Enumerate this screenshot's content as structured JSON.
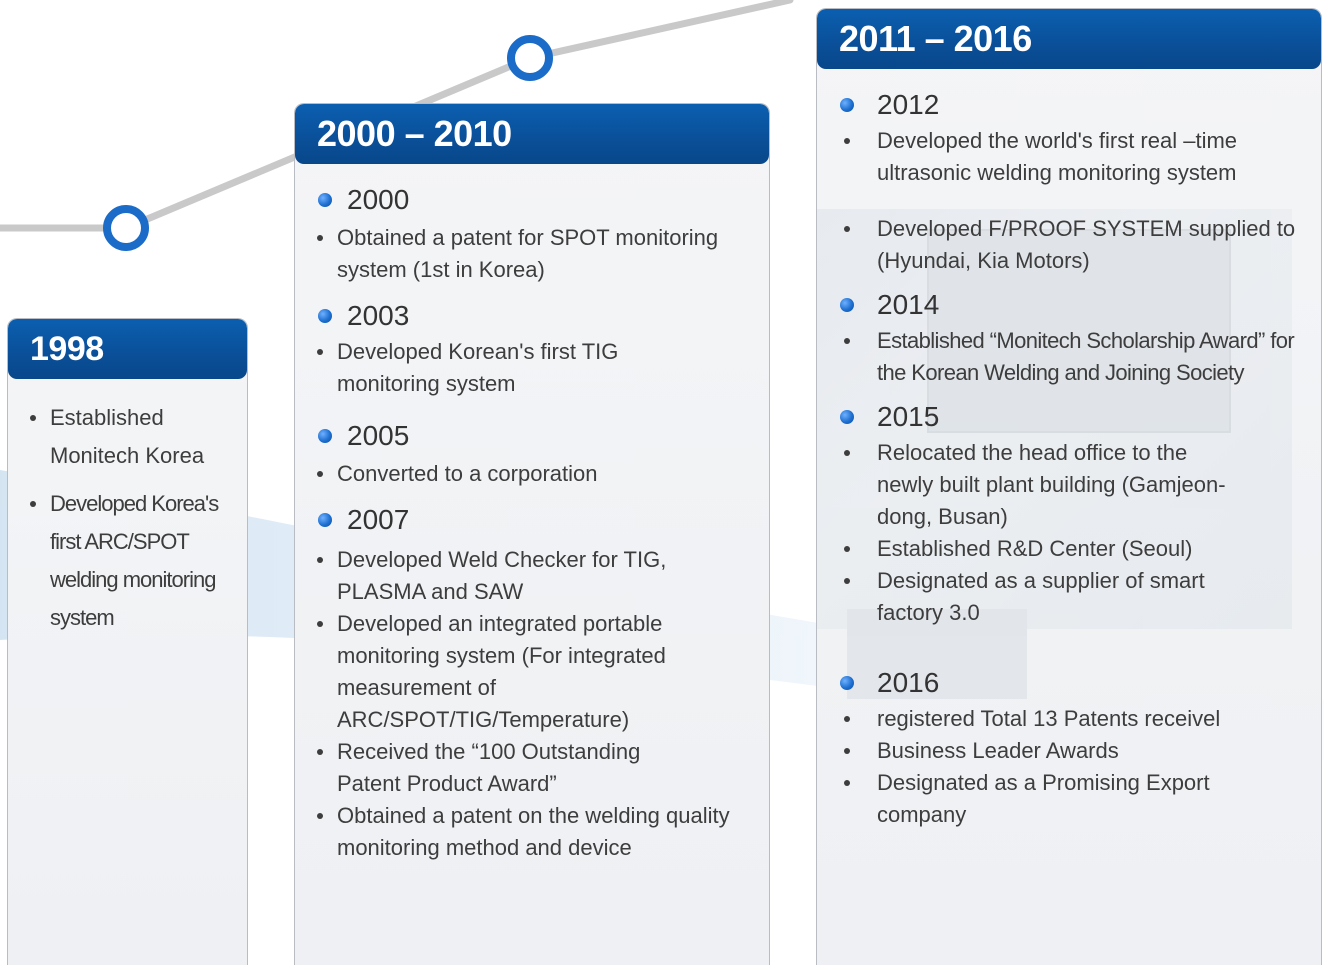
{
  "periods": [
    {
      "title": "1998",
      "items": [
        {
          "text": "Established Monitech Korea"
        },
        {
          "text": "Developed Korea's first ARC/SPOT welding monitoring system"
        }
      ]
    },
    {
      "title": "2000 – 2010",
      "years": [
        {
          "year": "2000",
          "items": [
            "Obtained a patent for SPOT monitoring system (1st in Korea)"
          ]
        },
        {
          "year": "2003",
          "items": [
            "Developed Korean's first TIG monitoring system"
          ]
        },
        {
          "year": "2005",
          "items": [
            "Converted to a corporation"
          ]
        },
        {
          "year": "2007",
          "items": [
            "Developed Weld Checker for TIG, PLASMA and SAW",
            "Developed an integrated portable monitoring system (For integrated measurement of ARC/SPOT/TIG/Temperature)",
            "Received the “100 Outstanding Patent Product Award”",
            "Obtained a patent on the welding quality monitoring method and device"
          ]
        }
      ]
    },
    {
      "title": "2011 – 2016",
      "years": [
        {
          "year": "2012",
          "items": [
            "Developed the world's first real –time ultrasonic welding monitoring system",
            "Developed F/PROOF SYSTEM supplied to (Hyundai, Kia Motors)"
          ]
        },
        {
          "year": "2014",
          "items": [
            "Established “Monitech Scholarship Award” for the Korean Welding and Joining Society"
          ]
        },
        {
          "year": "2015",
          "items": [
            "Relocated the head office to the newly built plant building (Gamjeon-dong, Busan)",
            "Established R&D Center (Seoul)",
            "Designated as a supplier of smart factory 3.0"
          ]
        },
        {
          "year": "2016",
          "items": [
            "registered Total 13 Patents receivel",
            "Business Leader Awards",
            "Designated as a Promising Export company"
          ]
        }
      ]
    }
  ],
  "colors": {
    "header_blue": "#0a55a0",
    "timeline_gray": "#c8c8c8",
    "node_blue": "#1a6cc8"
  }
}
